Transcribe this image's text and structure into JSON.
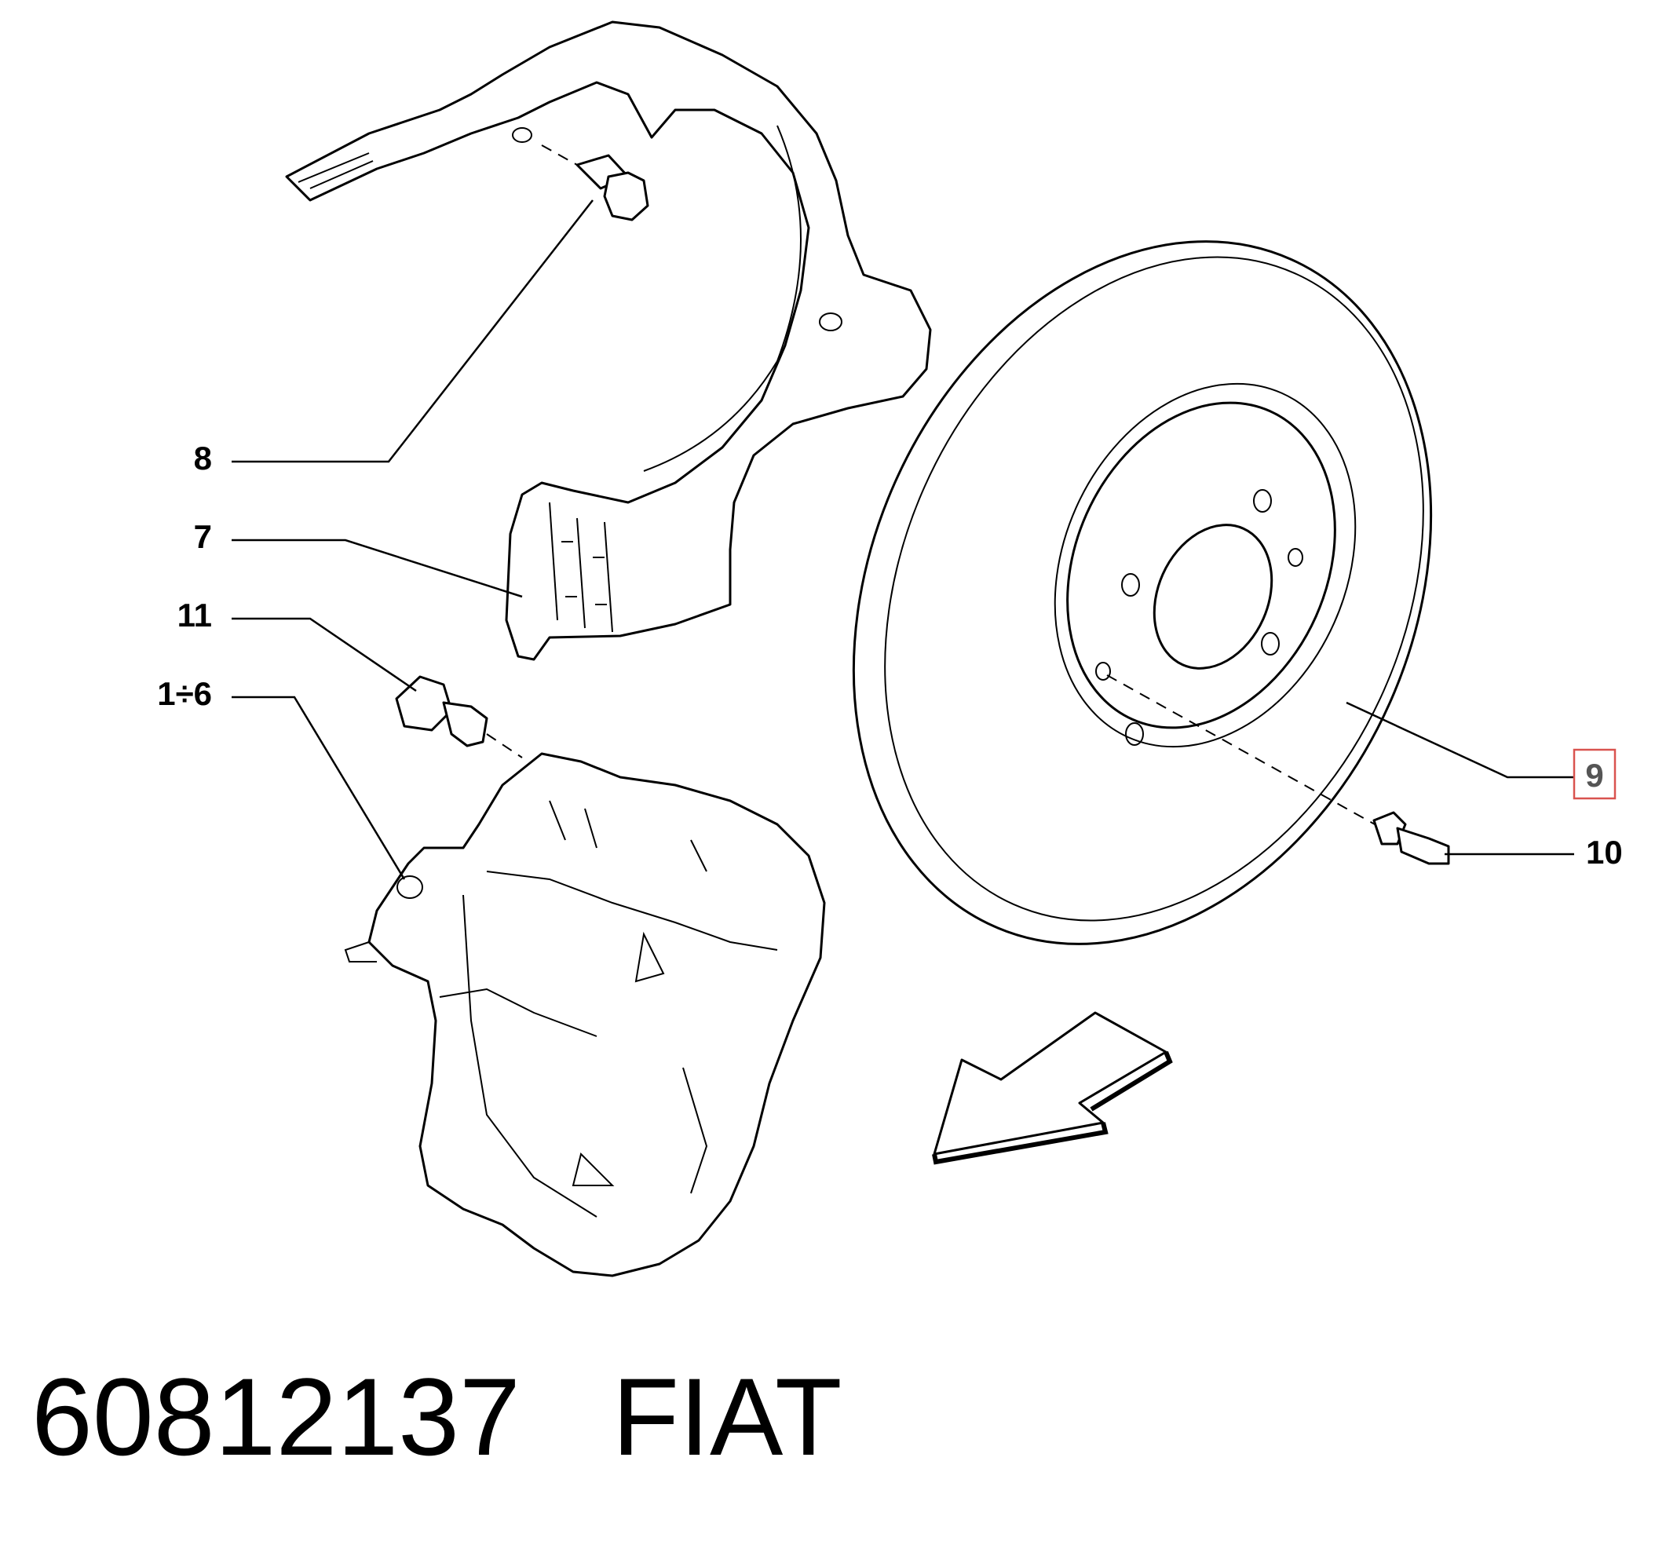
{
  "callouts": {
    "bolt_8": "8",
    "shield_7": "7",
    "bleed_screw_11": "11",
    "caliper_1_6": "1÷6",
    "disc_9": "9",
    "stud_10": "10"
  },
  "caption": {
    "part_number": "60812137",
    "brand": "FIAT"
  },
  "colors": {
    "line": "#000000",
    "highlight_box": "#d9534f",
    "highlight_text": "#555555"
  }
}
